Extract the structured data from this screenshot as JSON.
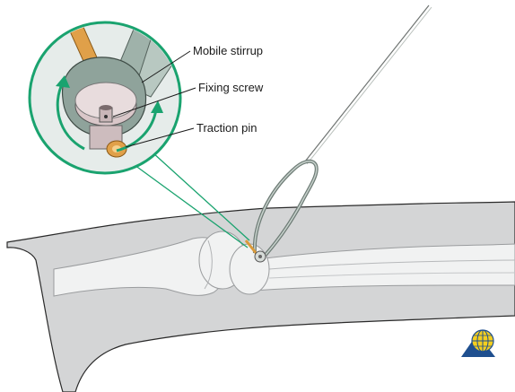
{
  "labels": {
    "mobile_stirrup": "Mobile stirrup",
    "fixing_screw": "Fixing screw",
    "traction_pin": "Traction pin"
  },
  "colors": {
    "skin": "#d4d5d6",
    "skin_outline": "#2a2a2a",
    "bone": "#f1f2f2",
    "bone_outline": "#9a9c9e",
    "callout_ring": "#1aa36f",
    "callout_fill": "#e6ecea",
    "stirrup": "#8fa39b",
    "pin": "#d99a3a",
    "logo_blue": "#1f4f8f",
    "logo_yellow": "#f5cf1e"
  }
}
